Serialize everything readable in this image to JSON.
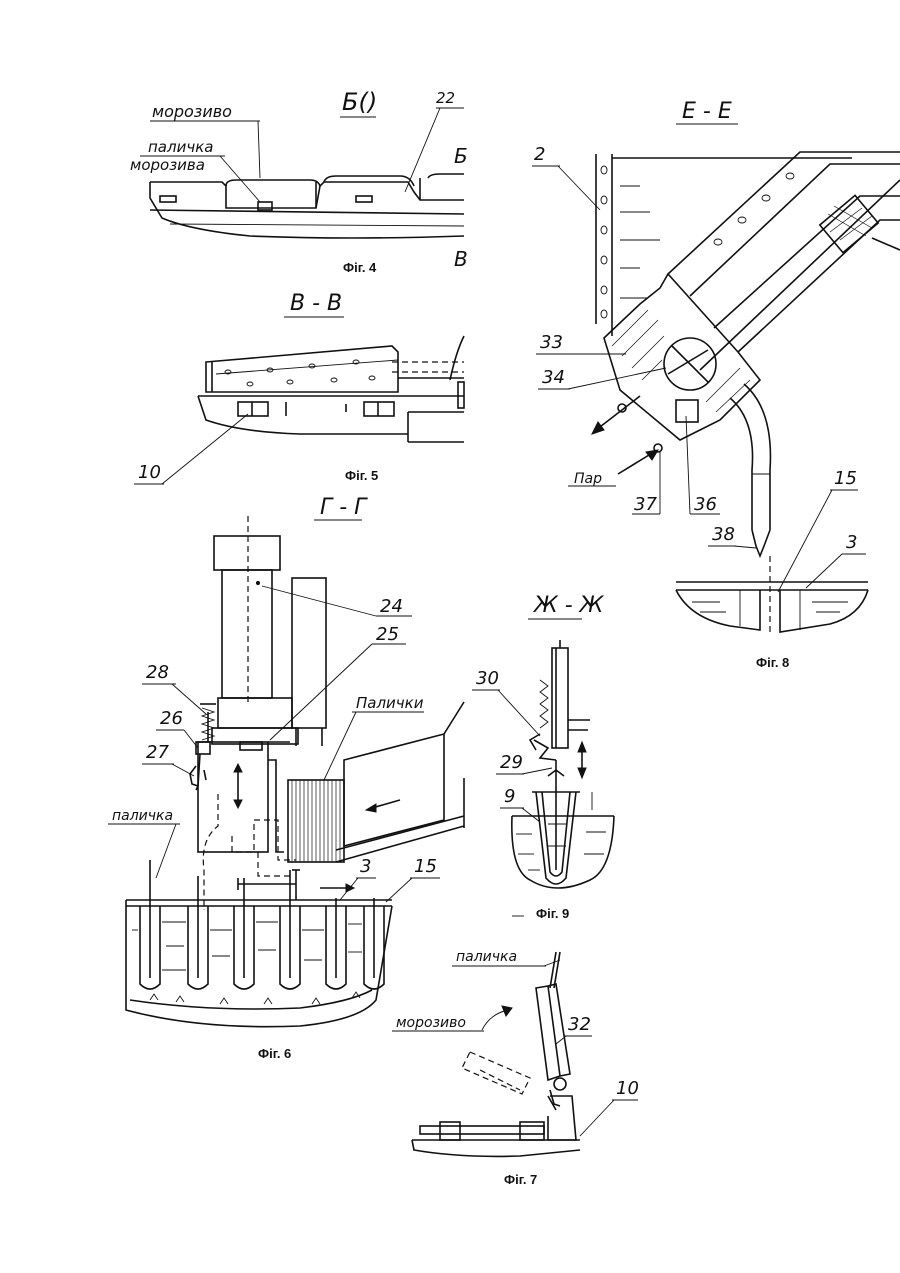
{
  "figures": [
    {
      "id": "fig4",
      "section": "Б()",
      "caption": "Фіг. 4",
      "labels": {
        "ice_cream": "морозиво",
        "stick_line1": "паличка",
        "stick_line2": "морозива",
        "ref_22": "22",
        "edge_top": "Б",
        "edge_bottom": "В"
      }
    },
    {
      "id": "fig5",
      "section": "В - В",
      "caption": "Фіг. 5",
      "labels": {
        "ref_10": "10"
      }
    },
    {
      "id": "fig6",
      "section": "Г - Г",
      "caption": "Фіг. 6",
      "labels": {
        "ref_24": "24",
        "ref_25": "25",
        "ref_28": "28",
        "ref_26": "26",
        "ref_27": "27",
        "ref_3": "3",
        "ref_15": "15",
        "sticks": "Палички",
        "stick": "паличка"
      }
    },
    {
      "id": "fig7",
      "caption": "Фіг. 7",
      "labels": {
        "stick": "паличка",
        "ice_cream": "морозиво",
        "ref_32": "32",
        "ref_10": "10"
      }
    },
    {
      "id": "fig8",
      "section": "Е - Е",
      "caption": "Фіг. 8",
      "labels": {
        "ref_2": "2",
        "ref_33": "33",
        "ref_34": "34",
        "steam": "Пар",
        "ref_37": "37",
        "ref_36": "36",
        "ref_38": "38",
        "ref_15": "15",
        "ref_3": "3"
      }
    },
    {
      "id": "fig9",
      "section": "Ж - Ж",
      "caption": "Фіг. 9",
      "labels": {
        "ref_30": "30",
        "ref_29": "29",
        "ref_9": "9"
      }
    }
  ]
}
